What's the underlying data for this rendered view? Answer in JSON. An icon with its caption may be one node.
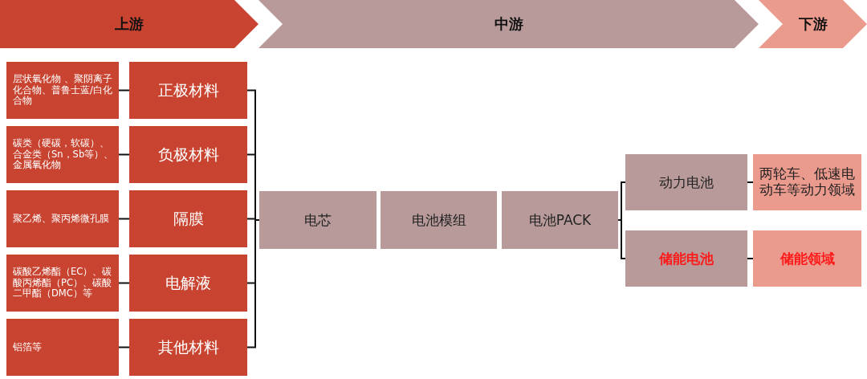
{
  "diagram": {
    "nodes": [
      {
        "text": [
          "上游"
        ]
      },
      {
        "text": [
          "中游"
        ]
      },
      {
        "text": [
          "下游"
        ]
      },
      {
        "text": [
          "层状氧化物 、聚阴离子化合物、普鲁士蓝/白化合物"
        ]
      },
      {
        "text": [
          "正极材料"
        ]
      },
      {
        "text": [
          "碳类（硬碳，软碳）、合金类（Sn，Sb等）、金属氧化物"
        ]
      },
      {
        "text": [
          "负极材料"
        ]
      },
      {
        "text": [
          "聚乙烯、聚丙烯微孔膜"
        ]
      },
      {
        "text": [
          "隔膜"
        ]
      },
      {
        "text": [
          "碳酸乙烯酯（EC）、碳酸丙烯酯（PC）、碳酸二甲酯（DMC）等"
        ]
      },
      {
        "text": [
          "电解液"
        ]
      },
      {
        "text": [
          "铝箔等"
        ]
      },
      {
        "text": [
          "其他材料"
        ]
      },
      {
        "text": [
          "电芯"
        ]
      },
      {
        "text": [
          "电池模组"
        ]
      },
      {
        "text": [
          "电池PACK"
        ]
      },
      {
        "text": [
          "动力电池"
        ]
      },
      {
        "text": [
          "两轮车、低速电动车等动力领域"
        ]
      },
      {
        "text": [
          "储能电池"
        ]
      },
      {
        "text": [
          "储能领域"
        ]
      }
    ],
    "edges": [
      {
        "from": 3,
        "to": 4,
        "arrow": "none"
      },
      {
        "from": 5,
        "to": 6,
        "arrow": "none"
      },
      {
        "from": 7,
        "to": 8,
        "arrow": "none"
      },
      {
        "from": 9,
        "to": 10,
        "arrow": "none"
      },
      {
        "from": 11,
        "to": 12,
        "arrow": "none"
      },
      {
        "from": 4,
        "to": 13,
        "arrow": "none"
      },
      {
        "from": 6,
        "to": 13,
        "arrow": "none"
      },
      {
        "from": 8,
        "to": 13,
        "arrow": "none"
      },
      {
        "from": 10,
        "to": 13,
        "arrow": "none"
      },
      {
        "from": 12,
        "to": 13,
        "arrow": "none"
      },
      {
        "from": 15,
        "to": 16,
        "arrow": "none"
      },
      {
        "from": 15,
        "to": 18,
        "arrow": "none"
      },
      {
        "from": 16,
        "to": 17,
        "arrow": "none"
      },
      {
        "from": 18,
        "to": 19,
        "arrow": "none"
      }
    ]
  }
}
